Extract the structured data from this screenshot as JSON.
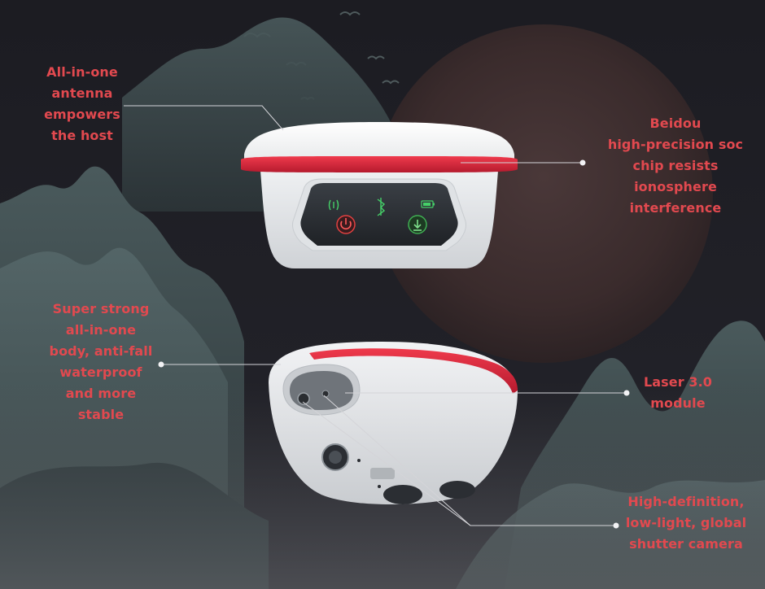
{
  "colors": {
    "callout_text": "#e2494f",
    "leader_line": "#d4d4d8",
    "background_sky": "#1d1d23",
    "moon": "#3a2b2c",
    "mountains": "#3c4a4d",
    "device_shell": "#eceef0",
    "device_band": "#d8263c",
    "panel_glass": "#2a2e33",
    "power_led": "#e24040",
    "download_led": "#3fae52",
    "status_led": "#45d068"
  },
  "callouts": [
    {
      "id": "antenna",
      "text": "All-in-one\nantenna\nempowers\nthe host"
    },
    {
      "id": "beidou-chip",
      "text": "Beidou\nhigh-precision soc\nchip resists\nionosphere\ninterference"
    },
    {
      "id": "body",
      "text": "Super strong\nall-in-one\nbody, anti-fall\nwaterproof\nand more\nstable"
    },
    {
      "id": "laser",
      "text": "Laser 3.0\nmodule"
    },
    {
      "id": "camera",
      "text": "High-definition,\nlow-light, global\nshutter camera"
    }
  ],
  "panel_icons": [
    "satellite-signal-icon",
    "bluetooth-icon",
    "battery-icon",
    "power-icon",
    "download-icon"
  ]
}
